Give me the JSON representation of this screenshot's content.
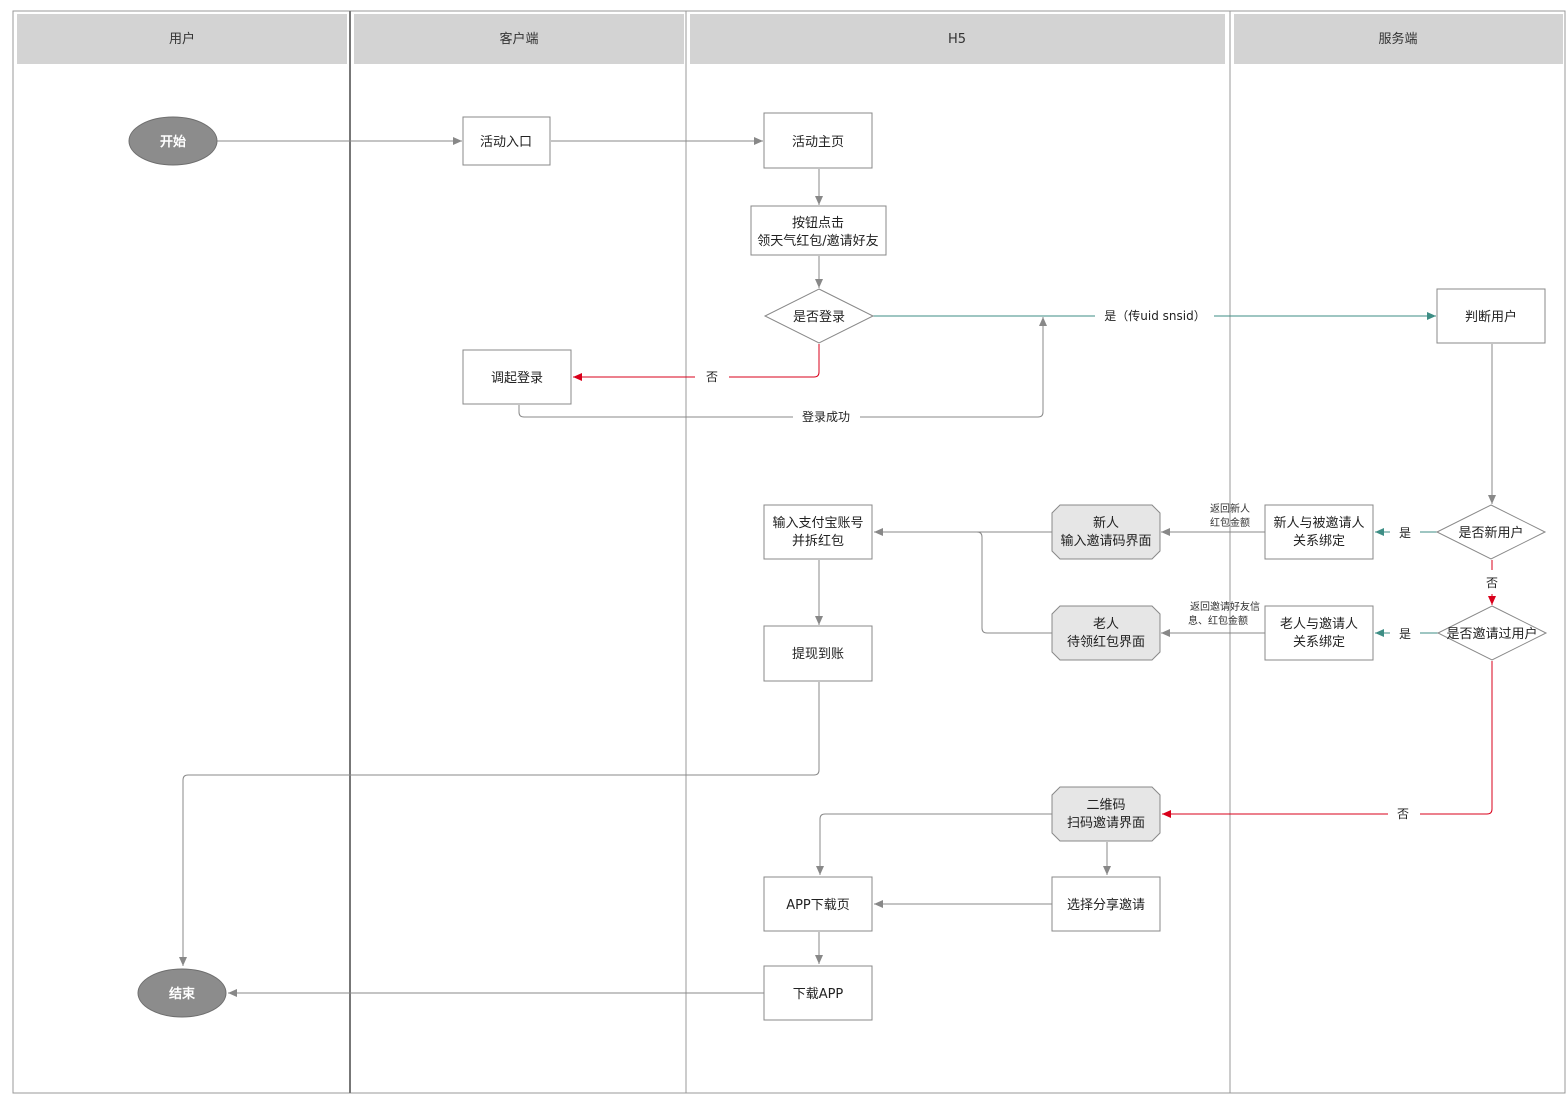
{
  "lanes": [
    "用户",
    "客户端",
    "H5",
    "服务端"
  ],
  "nodes": {
    "start": "开始",
    "end": "结束",
    "activity_entry": "活动入口",
    "activity_home": "活动主页",
    "button_click": [
      "按钮点击",
      "领天气红包/邀请好友"
    ],
    "is_logged_in": "是否登录",
    "invoke_login": "调起登录",
    "judge_user": "判断用户",
    "is_new_user": "是否新用户",
    "invited_before": "是否邀请过用户",
    "new_bind": [
      "新人与被邀请人",
      "关系绑定"
    ],
    "old_bind": [
      "老人与邀请人",
      "关系绑定"
    ],
    "new_invite_screen": [
      "新人",
      "输入邀请码界面"
    ],
    "old_redpacket_screen": [
      "老人",
      "待领红包界面"
    ],
    "alipay_input": [
      "输入支付宝账号",
      "并拆红包"
    ],
    "withdraw": "提现到账",
    "qr_screen": [
      "二维码",
      "扫码邀请界面"
    ],
    "share_invite": "选择分享邀请",
    "app_download_page": "APP下载页",
    "download_app": "下载APP"
  },
  "edge_labels": {
    "yes_pass_uid": "是（传uid snsid）",
    "no": "否",
    "login_success": "登录成功",
    "yes": "是",
    "return_new": [
      "返回新人",
      "红包金额"
    ],
    "return_invite": [
      "返回邀请好友信",
      "息、红包金额"
    ]
  },
  "colors": {
    "lane_header": "#d3d3d3",
    "line_gray": "#888888",
    "line_red": "#d9001b",
    "line_teal": "#3e8e85",
    "terminal": "#8c8c8c",
    "screen_fill": "#e6e6e6"
  }
}
